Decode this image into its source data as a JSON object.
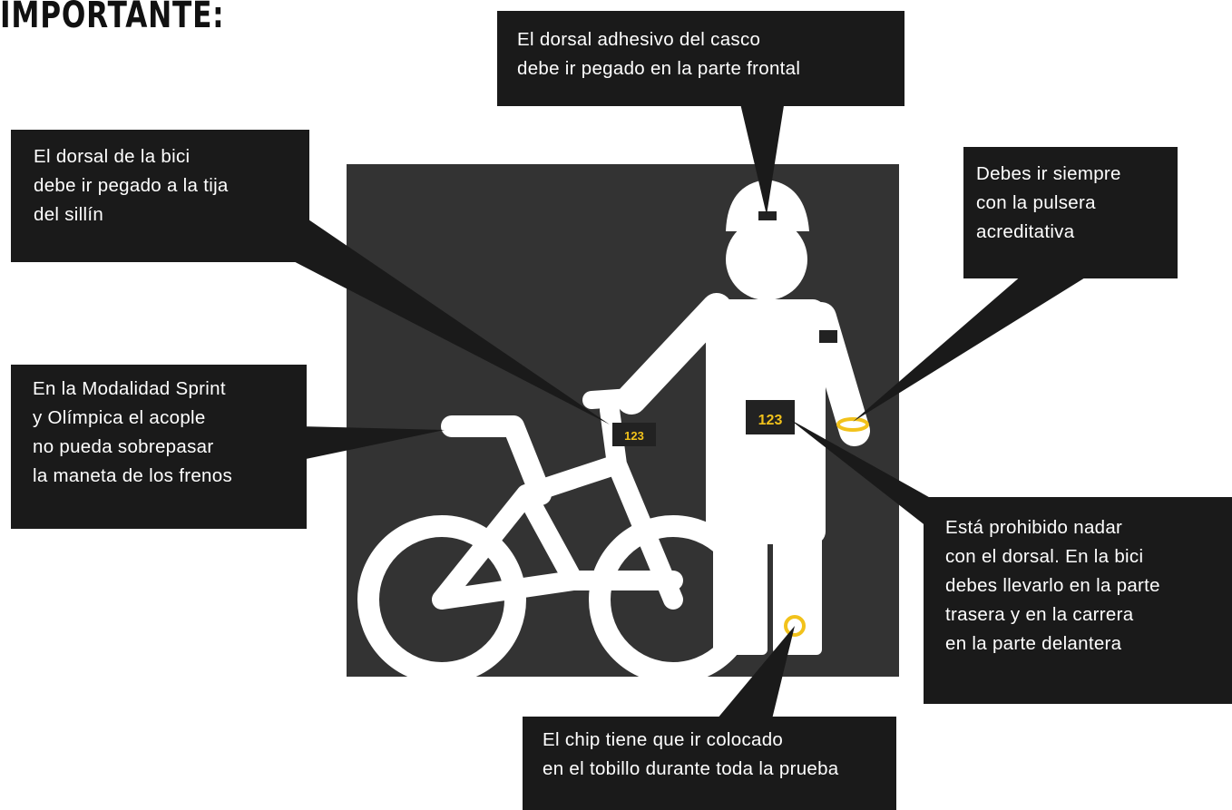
{
  "title": "IMPORTANTE:",
  "callouts": {
    "casco": [
      "El dorsal adhesivo del casco",
      "debe ir pegado en la parte frontal"
    ],
    "bici": [
      "El dorsal de la bici",
      "debe ir pegado a la tija",
      "del sillín"
    ],
    "pulsera": [
      "Debes ir siempre",
      "con la pulsera",
      "acreditativa"
    ],
    "acople": [
      "En la Modalidad Sprint",
      "y Olímpica el acople",
      "no pueda sobrepasar",
      "la maneta de los frenos"
    ],
    "dorsal": [
      "Está prohibido nadar",
      "con el dorsal. En la bici",
      "debes llevarlo en la parte",
      "trasera y en la carrera",
      "en la parte delantera"
    ],
    "chip": [
      "El chip tiene que ir colocado",
      "en el tobillo durante toda la prueba"
    ]
  },
  "illustration": {
    "bib_number": "123",
    "colors": {
      "panel": "#333333",
      "figure": "#ffffff",
      "callout": "#1a1a1a",
      "accent": "#f2c21b"
    }
  }
}
